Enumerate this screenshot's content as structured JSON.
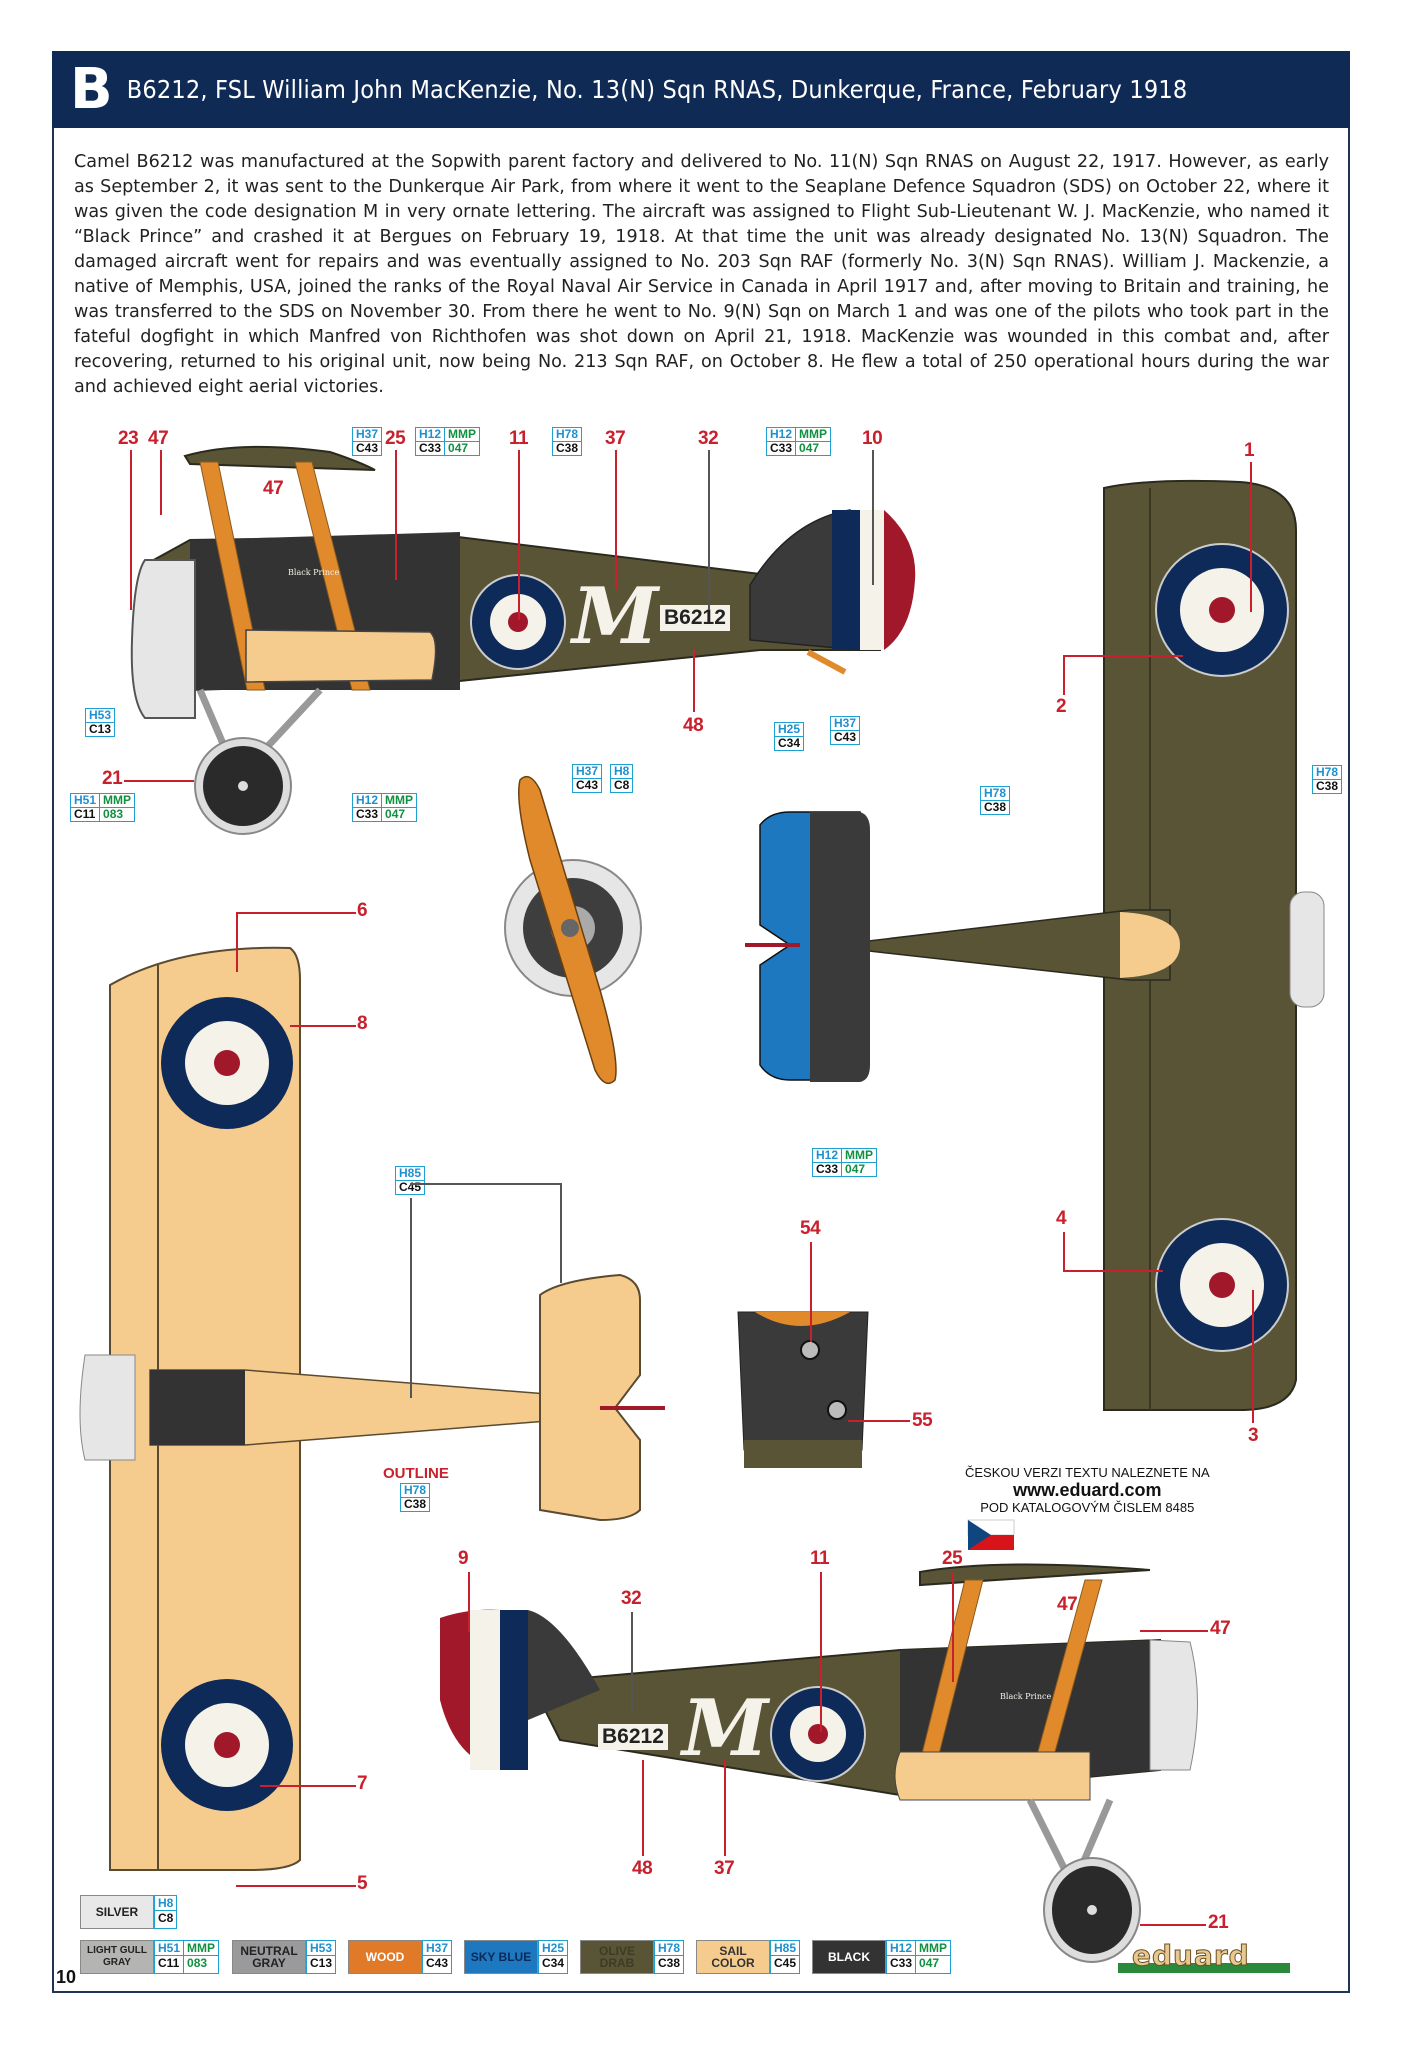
{
  "header": {
    "profile_letter": "B",
    "title": "B6212, FSL William John MacKenzie, No. 13(N) Sqn RNAS, Dunkerque, France, February 1918"
  },
  "story": "Camel B6212 was manufactured at the Sopwith parent factory and delivered to No. 11(N) Sqn RNAS on August 22, 1917. However, as early as September 2, it was sent to the Dunkerque Air Park, from where it went to the Seaplane Defence Squadron (SDS) on October 22, where it was given the code designation M in very ornate lettering. The aircraft was assigned to Flight Sub-Lieutenant W. J. MacKenzie, who named it “Black Prince” and crashed it at Bergues on February 19, 1918. At that time the unit was already designated No. 13(N) Squadron. The damaged aircraft went for repairs and was eventually assigned to No. 203 Sqn RAF (formerly No. 3(N) Sqn RNAS). William J. Mackenzie, a native of Memphis, USA, joined the ranks of the Royal Naval Air Service in Canada in April 1917 and, after moving to Britain and training, he was transferred to the SDS on November 30. From there he went to No. 9(N) Sqn on March 1 and was one of the pilots who took part in the fateful dogfight in which Manfred von Richthofen was shot down on April 21, 1918. MacKenzie was wounded in this combat and, after recovering, returned to his original unit, now being No. 213 Sqn RAF, on October 8. He flew a total of 250 operational hours during the war and achieved eight aerial victories.",
  "aircraft": {
    "serial": "B6212",
    "code_letter": "M",
    "name_on_cowling": "Black Prince",
    "small_stencil": "1"
  },
  "callouts": {
    "left_side": [
      "23",
      "47",
      "47",
      "25",
      "11",
      "37",
      "32",
      "10",
      "48",
      "21"
    ],
    "top_view": [
      "1",
      "2",
      "3",
      "4"
    ],
    "bottom_view": [
      "6",
      "8",
      "7",
      "5"
    ],
    "cowling": [
      "54",
      "55"
    ],
    "right_side": [
      "9",
      "32",
      "11",
      "25",
      "47",
      "47",
      "48",
      "37",
      "21"
    ]
  },
  "paint_codes": {
    "h37_c43": {
      "h": "H37",
      "c": "C43"
    },
    "h12_c33": {
      "h": "H12",
      "c": "C33",
      "mmp": "MMP",
      "mmp_code": "047"
    },
    "h78_c38": {
      "h": "H78",
      "c": "C38"
    },
    "h53_c13": {
      "h": "H53",
      "c": "C13"
    },
    "h51_c11": {
      "h": "H51",
      "c": "C11",
      "mmp": "MMP",
      "mmp_code": "083"
    },
    "h25_c34": {
      "h": "H25",
      "c": "C34"
    },
    "h8_c8": {
      "h": "H8",
      "c": "C8"
    },
    "h85_c45": {
      "h": "H85",
      "c": "C45"
    }
  },
  "outline_label": "OUTLINE",
  "legend": [
    {
      "name": "SILVER",
      "h": "H8",
      "c": "C8",
      "color": "#e8e8e8",
      "text": "#222"
    },
    {
      "name": "LIGHT GULL GRAY",
      "h": "H51",
      "c": "C11",
      "mmp": "MMP",
      "mmp_code": "083",
      "color": "#b4b4b2",
      "text": "#222"
    },
    {
      "name": "NEUTRAL GRAY",
      "h": "H53",
      "c": "C13",
      "color": "#9a9a9c",
      "text": "#222"
    },
    {
      "name": "WOOD",
      "h": "H37",
      "c": "C43",
      "color": "#e07a28",
      "text": "#fff"
    },
    {
      "name": "SKY BLUE",
      "h": "H25",
      "c": "C34",
      "color": "#1e78c0",
      "text": "#0b2a55"
    },
    {
      "name": "OLIVE DRAB",
      "h": "H78",
      "c": "C38",
      "color": "#5a5436",
      "text": "#3d3a26"
    },
    {
      "name": "SAIL COLOR",
      "h": "H85",
      "c": "C45",
      "color": "#f6cc8e",
      "text": "#333"
    },
    {
      "name": "BLACK",
      "h": "H12",
      "c": "C33",
      "mmp": "MMP",
      "mmp_code": "047",
      "color": "#333333",
      "text": "#fff"
    }
  ],
  "czech_note": {
    "line1": "ČESKOU VERZI TEXTU NALEZNETE NA",
    "line2": "www.eduard.com",
    "line3": "POD KATALOGOVÝM ČISLEM 8485"
  },
  "page_number": "10",
  "brand": "eduard",
  "colors": {
    "header_bg": "#0f2a55",
    "olive_drab": "#5a5436",
    "sail_color": "#f6cc8e",
    "roundel_blue": "#0e2a58",
    "roundel_red": "#a0182a",
    "callout_red": "#c8202c",
    "code_blue": "#1ea0d2",
    "code_green": "#109040"
  }
}
